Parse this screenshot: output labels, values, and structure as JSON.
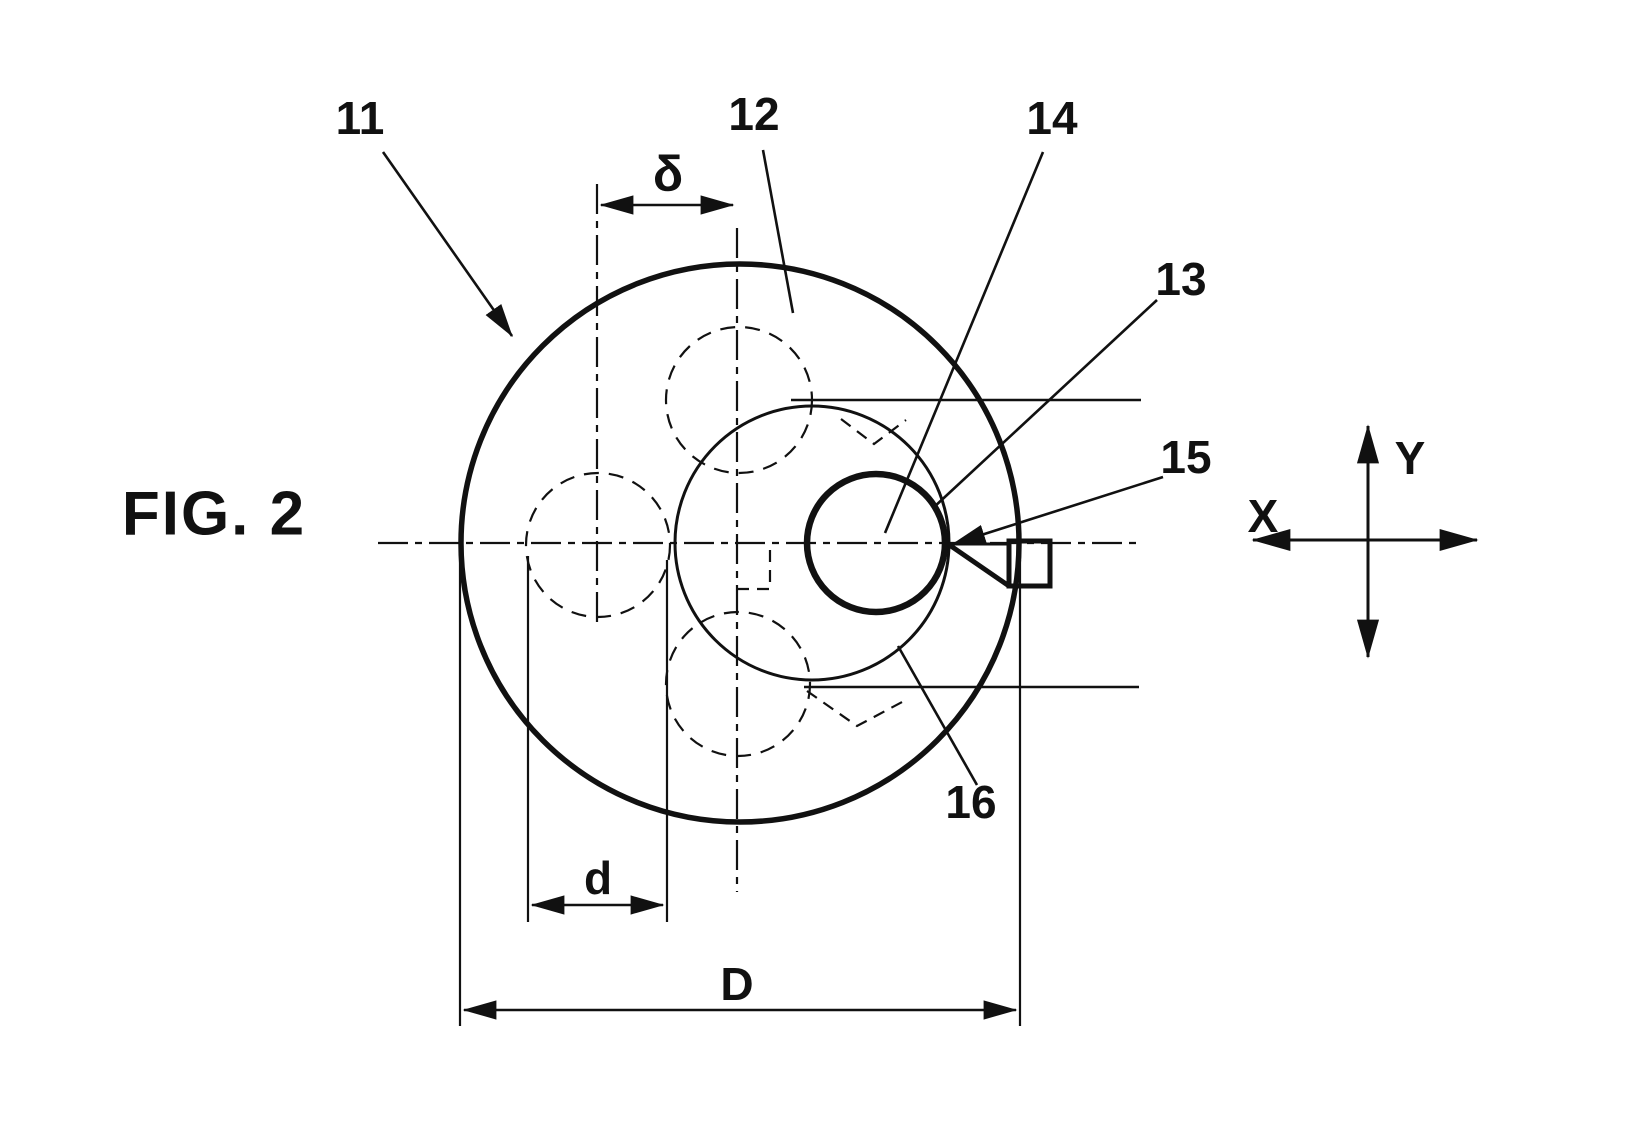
{
  "figure": {
    "title": "FIG. 2",
    "refs": {
      "r11": "11",
      "r12": "12",
      "r13": "13",
      "r14": "14",
      "r15": "15",
      "r16": "16"
    },
    "dims": {
      "delta": "δ",
      "d": "d",
      "D": "D"
    },
    "axes": {
      "x": "X",
      "y": "Y"
    },
    "colors": {
      "ink": "#111111",
      "background": "#ffffff"
    }
  }
}
